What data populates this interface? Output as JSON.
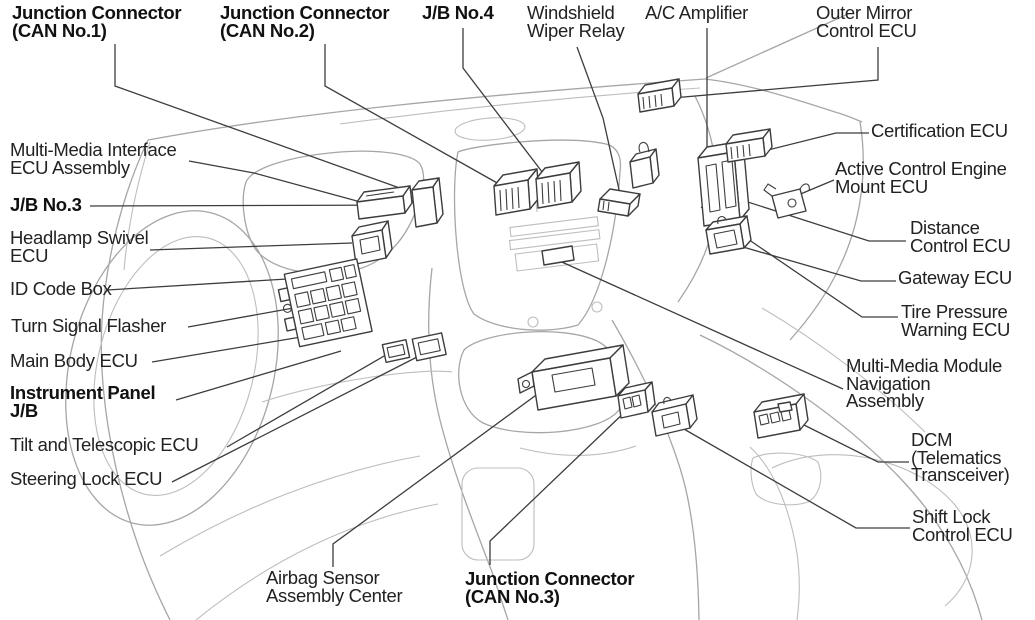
{
  "diagram": {
    "description_visible_content": "Instrument panel component location line-art with callout labels",
    "colors": {
      "background": "#ffffff",
      "label_text": "#222222",
      "bold_label_text": "#111111",
      "leader_line": "#3d3d3d",
      "component_line": "#3d3d3d",
      "artwork_line": "#a6a6a6"
    },
    "labels": [
      {
        "id": "junction-connector-can1",
        "lines": [
          "Junction Connector",
          "(CAN No.1)"
        ],
        "bold": true
      },
      {
        "id": "junction-connector-can2",
        "lines": [
          "Junction Connector",
          "(CAN No.2)"
        ],
        "bold": true
      },
      {
        "id": "jb-no4",
        "lines": [
          "J/B No.4"
        ],
        "bold": true
      },
      {
        "id": "windshield-wiper-relay",
        "lines": [
          "Windshield",
          "Wiper Relay"
        ],
        "bold": false
      },
      {
        "id": "ac-amplifier",
        "lines": [
          "A/C Amplifier"
        ],
        "bold": false
      },
      {
        "id": "outer-mirror-control-ecu",
        "lines": [
          "Outer Mirror",
          "Control ECU"
        ],
        "bold": false
      },
      {
        "id": "multi-media-interface-ecu-assembly",
        "lines": [
          "Multi-Media Interface",
          "ECU Assembly"
        ],
        "bold": false
      },
      {
        "id": "jb-no3",
        "lines": [
          "J/B No.3"
        ],
        "bold": true
      },
      {
        "id": "headlamp-swivel-ecu",
        "lines": [
          "Headlamp Swivel",
          "ECU"
        ],
        "bold": false
      },
      {
        "id": "id-code-box",
        "lines": [
          "ID Code Box"
        ],
        "bold": false
      },
      {
        "id": "turn-signal-flasher",
        "lines": [
          "Turn Signal Flasher"
        ],
        "bold": false
      },
      {
        "id": "main-body-ecu",
        "lines": [
          "Main Body ECU"
        ],
        "bold": false
      },
      {
        "id": "instrument-panel-jb",
        "lines": [
          "Instrument Panel",
          "J/B"
        ],
        "bold": true
      },
      {
        "id": "tilt-and-telescopic-ecu",
        "lines": [
          "Tilt and Telescopic ECU"
        ],
        "bold": false
      },
      {
        "id": "steering-lock-ecu",
        "lines": [
          "Steering Lock ECU"
        ],
        "bold": false
      },
      {
        "id": "certification-ecu",
        "lines": [
          "Certification ECU"
        ],
        "bold": false
      },
      {
        "id": "active-control-engine-mount-ecu",
        "lines": [
          "Active Control Engine",
          "Mount ECU"
        ],
        "bold": false
      },
      {
        "id": "distance-control-ecu",
        "lines": [
          "Distance",
          "Control ECU"
        ],
        "bold": false
      },
      {
        "id": "gateway-ecu",
        "lines": [
          "Gateway ECU"
        ],
        "bold": false
      },
      {
        "id": "tire-pressure-warning-ecu",
        "lines": [
          "Tire Pressure",
          "Warning ECU"
        ],
        "bold": false
      },
      {
        "id": "multi-media-module-navigation-assembly",
        "lines": [
          "Multi-Media Module",
          "Navigation",
          "Assembly"
        ],
        "bold": false
      },
      {
        "id": "dcm-telematics-transceiver",
        "lines": [
          "DCM",
          "(Telematics",
          "Transceiver)"
        ],
        "bold": false
      },
      {
        "id": "shift-lock-control-ecu",
        "lines": [
          "Shift Lock",
          "Control ECU"
        ],
        "bold": false
      },
      {
        "id": "airbag-sensor-assembly-center",
        "lines": [
          "Airbag Sensor",
          "Assembly Center"
        ],
        "bold": false
      },
      {
        "id": "junction-connector-can3",
        "lines": [
          "Junction Connector",
          "(CAN No.3)"
        ],
        "bold": true
      }
    ]
  }
}
